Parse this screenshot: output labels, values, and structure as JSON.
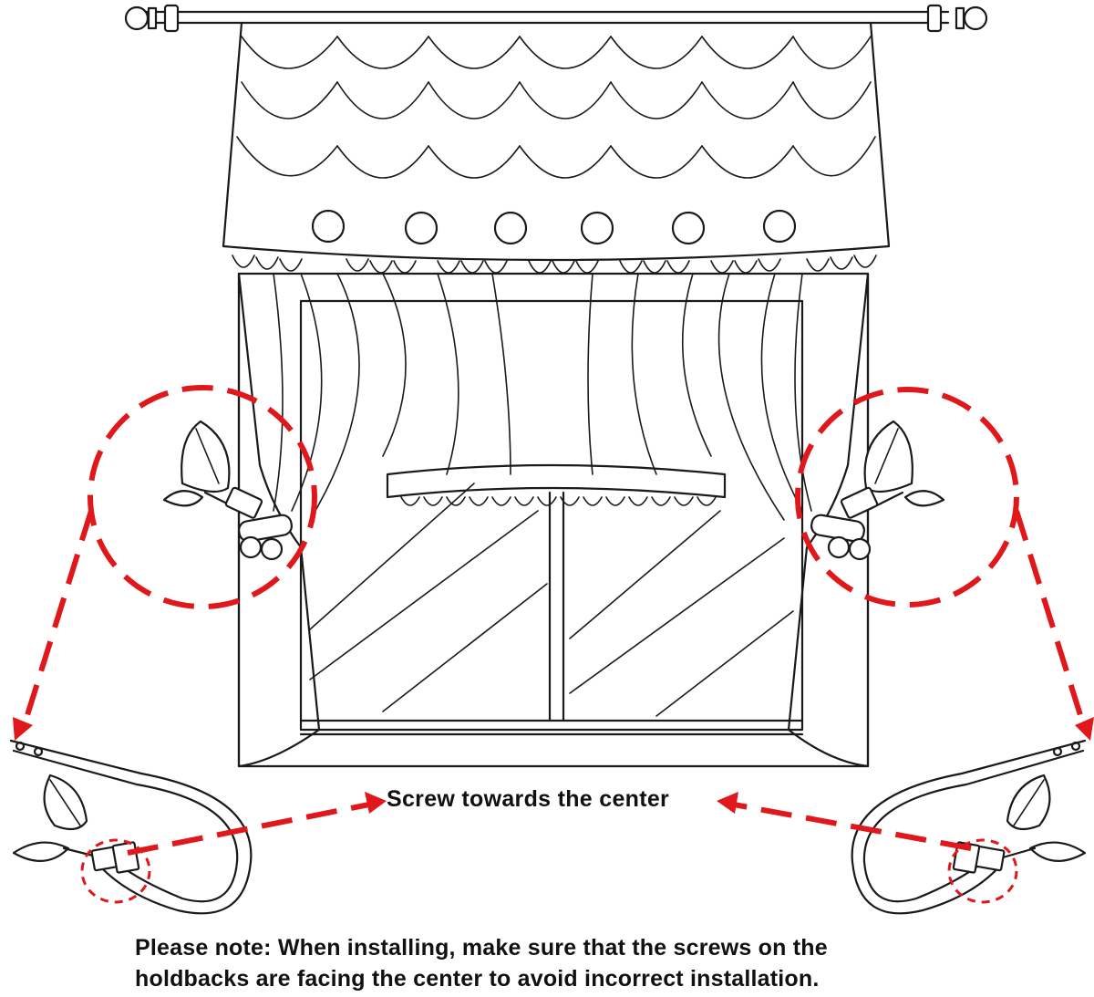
{
  "labels": {
    "center": "Screw towards the center",
    "note_line1": "Please note: When installing, make sure that the screws on the",
    "note_line2": "holdbacks are facing the center to avoid incorrect installation."
  },
  "colors": {
    "accent_red": "#e0181b",
    "line": "#1a1a1a",
    "background": "#ffffff"
  },
  "icons": [
    "curtain-rod-icon",
    "curtain-icon",
    "window-icon",
    "leaf-holdback-icon",
    "holdback-hook-icon",
    "screw-icon",
    "arrow-icon"
  ]
}
